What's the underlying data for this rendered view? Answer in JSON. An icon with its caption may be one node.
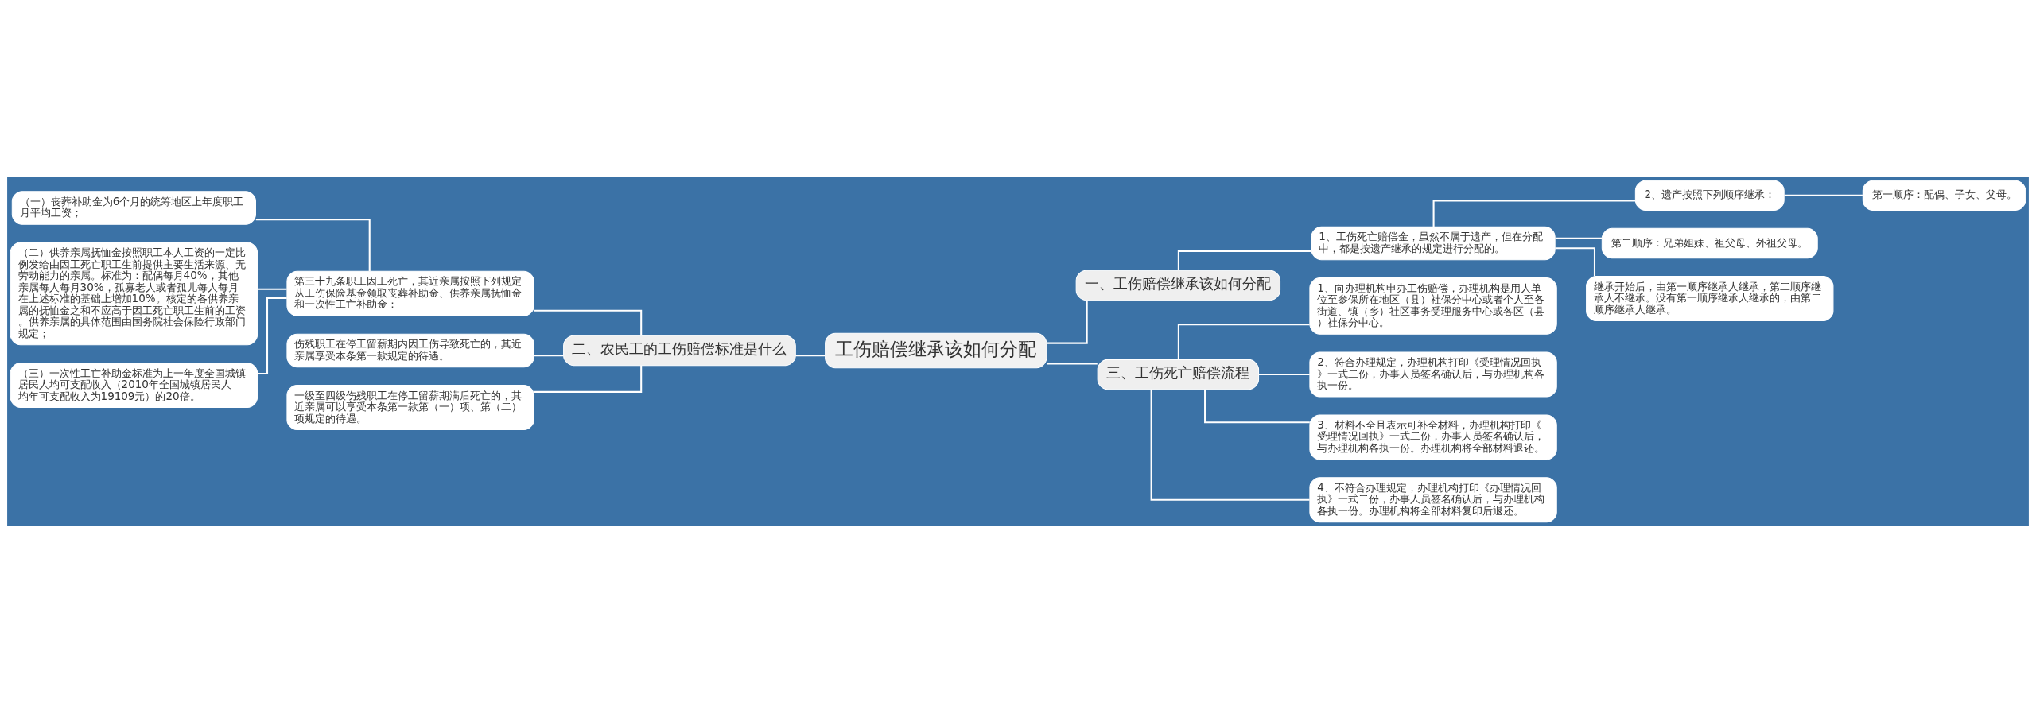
{
  "diagram": {
    "nodes": [
      {
        "text": [
          "工伤赔偿继承该如何分配"
        ]
      },
      {
        "text": [
          "一、工伤赔偿继承该如何分配"
        ]
      },
      {
        "text": [
          "1、工伤死亡赔偿金，虽然不属于遗产，但在分配中，都是按遗产继承的规定进行分配的。"
        ]
      },
      {
        "text": [
          "2、遗产按照下列顺序继承："
        ]
      },
      {
        "text": [
          "第一顺序：配偶、子女、父母。"
        ]
      },
      {
        "text": [
          "第二顺序：兄弟姐妹、祖父母、外祖父母。"
        ]
      },
      {
        "text": [
          "继承开始后，由第一顺序继承人继承，第二顺序继承人不继承。没有第一顺序继承人继承的，由第二顺序继承人继承。"
        ]
      },
      {
        "text": [
          "二、农民工的工伤赔偿标准是什么"
        ]
      },
      {
        "text": [
          "第三十九条职工因工死亡，其近亲属按照下列规定从工伤保险基金领取丧葬补助金、供养亲属抚恤金和一次性工亡补助金："
        ]
      },
      {
        "text": [
          "（一）丧葬补助金为6个月的统筹地区上年度职工月平均工资；"
        ]
      },
      {
        "text": [
          "（二）供养亲属抚恤金按照职工本人工资的一定比例发给由因工死亡职工生前提供主要生活来源、无劳动能力的亲属。标准为：配偶每月40%，其他亲属每人每月30%，孤寡老人或者孤儿每人每月在上述标准的基础上增加10%。核定的各供养亲属的抚恤金之和不应高于因工死亡职工生前的工资。供养亲属的具体范围由国务院社会保险行政部门规定；"
        ]
      },
      {
        "text": [
          "（三）一次性工亡补助金标准为上一年度全国城镇居民人均可支配收入（2010年全国城镇居民人均年可支配收入为19109元）的20倍。"
        ]
      },
      {
        "text": [
          "伤残职工在停工留薪期内因工伤导致死亡的，其近亲属享受本条第一款规定的待遇。"
        ]
      },
      {
        "text": [
          "一级至四级伤残职工在停工留薪期满后死亡的，其近亲属可以享受本条第一款第（一）项、第（二）项规定的待遇。"
        ]
      },
      {
        "text": [
          "三、工伤死亡赔偿流程"
        ]
      },
      {
        "text": [
          "1、向办理机构申办工伤赔偿，办理机构是用人单位至参保所在地区（县）社保分中心或者个人至各街道、镇（乡）社区事务受理服务中心或各区（县）社保分中心。"
        ]
      },
      {
        "text": [
          "2、符合办理规定，办理机构打印《受理情况回执》一式二份，办事人员签名确认后，与办理机构各执一份。"
        ]
      },
      {
        "text": [
          "3、材料不全且表示可补全材料，办理机构打印《受理情况回执》一式二份，办事人员签名确认后，与办理机构各执一份。办理机构将全部材料退还。"
        ]
      },
      {
        "text": [
          "4、不符合办理规定，办理机构打印《办理情况回执》一式二份，办事人员签名确认后，与办理机构各执一份。办理机构将全部材料复印后退还。"
        ]
      }
    ],
    "edges": [
      {
        "from": 0,
        "to": 1,
        "arrow": "none"
      },
      {
        "from": 1,
        "to": 2,
        "arrow": "none"
      },
      {
        "from": 2,
        "to": 3,
        "arrow": "none"
      },
      {
        "from": 3,
        "to": 4,
        "arrow": "none"
      },
      {
        "from": 2,
        "to": 5,
        "arrow": "none"
      },
      {
        "from": 2,
        "to": 6,
        "arrow": "none"
      },
      {
        "from": 0,
        "to": 7,
        "arrow": "none"
      },
      {
        "from": 7,
        "to": 8,
        "arrow": "none"
      },
      {
        "from": 8,
        "to": 9,
        "arrow": "none"
      },
      {
        "from": 8,
        "to": 10,
        "arrow": "none"
      },
      {
        "from": 8,
        "to": 11,
        "arrow": "none"
      },
      {
        "from": 7,
        "to": 12,
        "arrow": "none"
      },
      {
        "from": 7,
        "to": 13,
        "arrow": "none"
      },
      {
        "from": 0,
        "to": 14,
        "arrow": "none"
      },
      {
        "from": 14,
        "to": 15,
        "arrow": "none"
      },
      {
        "from": 14,
        "to": 16,
        "arrow": "none"
      },
      {
        "from": 14,
        "to": 17,
        "arrow": "none"
      },
      {
        "from": 14,
        "to": 18,
        "arrow": "none"
      }
    ]
  }
}
